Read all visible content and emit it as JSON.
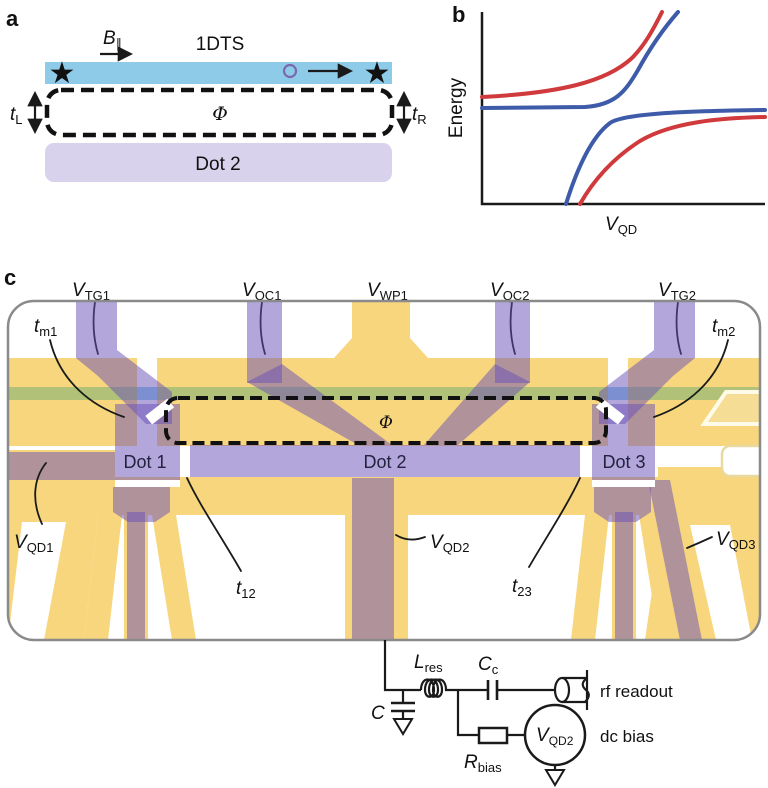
{
  "panel_a": {
    "label": "a",
    "title": "1DTS",
    "field_label": {
      "main": "B",
      "sub": "∥"
    },
    "flux_label": "Φ",
    "coupling_left": {
      "main": "t",
      "sub": "L"
    },
    "coupling_right": {
      "main": "t",
      "sub": "R"
    },
    "dot_label": "Dot 2",
    "colors": {
      "nanowire_blue": "#8ecbe8",
      "dot_lavender": "#d9d2ec",
      "electron_circle": "#7b68ae",
      "star": "#111111"
    }
  },
  "panel_b": {
    "label": "b",
    "ylabel": "Energy",
    "xlabel": {
      "main": "V",
      "sub": "QD"
    },
    "curve_colors": {
      "red": "#d03a3c",
      "blue": "#3d5ba8"
    },
    "description": "avoided-crossing energy diagram: inner blue pair with small gap, outer red pair with large gap"
  },
  "panel_c": {
    "label": "c",
    "gates": [
      {
        "main": "V",
        "sub": "TG1"
      },
      {
        "main": "V",
        "sub": "QC1"
      },
      {
        "main": "V",
        "sub": "WP1"
      },
      {
        "main": "V",
        "sub": "QC2"
      },
      {
        "main": "V",
        "sub": "TG2"
      }
    ],
    "couplings": {
      "tm1": {
        "main": "t",
        "sub": "m1"
      },
      "tm2": {
        "main": "t",
        "sub": "m2"
      },
      "t12": {
        "main": "t",
        "sub": "12"
      },
      "t23": {
        "main": "t",
        "sub": "23"
      }
    },
    "plungers": {
      "vqd1": {
        "main": "V",
        "sub": "QD1"
      },
      "vqd2": {
        "main": "V",
        "sub": "QD2"
      },
      "vqd3": {
        "main": "V",
        "sub": "QD3"
      }
    },
    "dots": [
      "Dot 1",
      "Dot 2",
      "Dot 3"
    ],
    "flux_label": "Φ",
    "colors": {
      "gate_yellow": "#f8d67e",
      "gate_purple": "#b3a6db",
      "overlap_mauve": "#b0929b",
      "nanowire_green": "#b2c178",
      "nanowire_cyan": "#8fd0ea",
      "outline_gray": "#8a8a8a"
    }
  },
  "circuit": {
    "cap_ground": {
      "main": "C",
      "sub": ""
    },
    "inductor": {
      "main": "L",
      "sub": "res"
    },
    "cap_coupling": {
      "main": "C",
      "sub": "c"
    },
    "resistor": {
      "main": "R",
      "sub": "bias"
    },
    "source": {
      "main": "V",
      "sub": "QD2"
    },
    "rf_label": "rf readout",
    "dc_label": "dc bias"
  }
}
